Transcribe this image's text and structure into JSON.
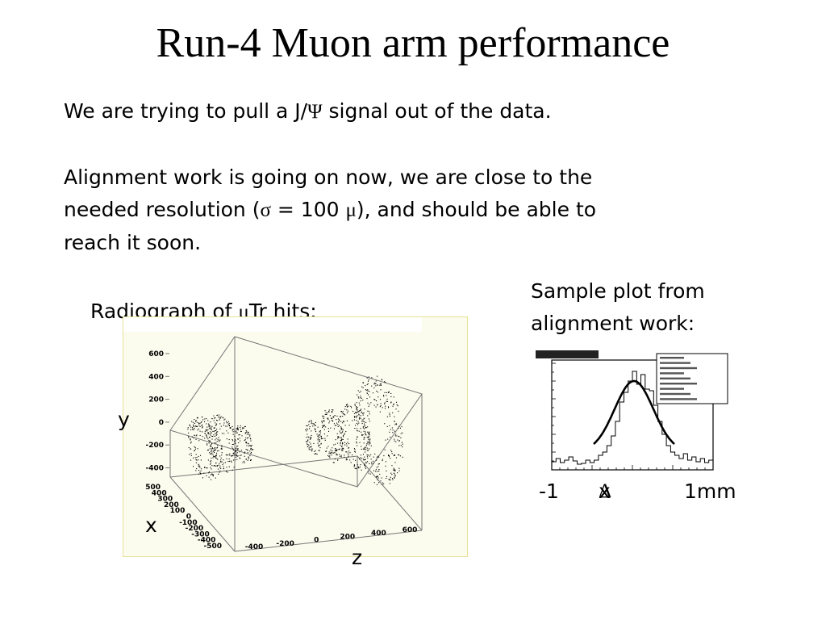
{
  "title": "Run-4 Muon arm performance",
  "paragraph1": {
    "before": "We are trying to pull a J/",
    "symbol": "Ψ",
    "after": " signal out of the data."
  },
  "paragraph2": {
    "line1": "Alignment work is going on now, we are close to the",
    "line2_before": "needed resolution (",
    "sigma": "σ",
    "line2_mid": " = 100 ",
    "mu": "μ",
    "line2_after": "), and should be able to",
    "line3": "reach it soon."
  },
  "radiograph": {
    "caption_before": "Radiograph of ",
    "caption_mu": "μ",
    "caption_after": "Tr hits:",
    "y_ticks": [
      "600",
      "400",
      "200",
      "0",
      "-200",
      "-400"
    ],
    "x_ticks": [
      "500",
      "400",
      "300",
      "200",
      "100",
      "0",
      "-100",
      "-200",
      "-300",
      "-400",
      "-500"
    ],
    "z_ticks": [
      "-400",
      "-200",
      "0",
      "200",
      "400",
      "600"
    ],
    "axis_y": "y",
    "axis_x": "x",
    "axis_z": "z"
  },
  "alignment": {
    "caption_line1": "Sample plot from",
    "caption_line2": "alignment work:",
    "label_left": "-1",
    "label_delta": "Δ",
    "label_x": "x",
    "label_right": "1mm"
  }
}
